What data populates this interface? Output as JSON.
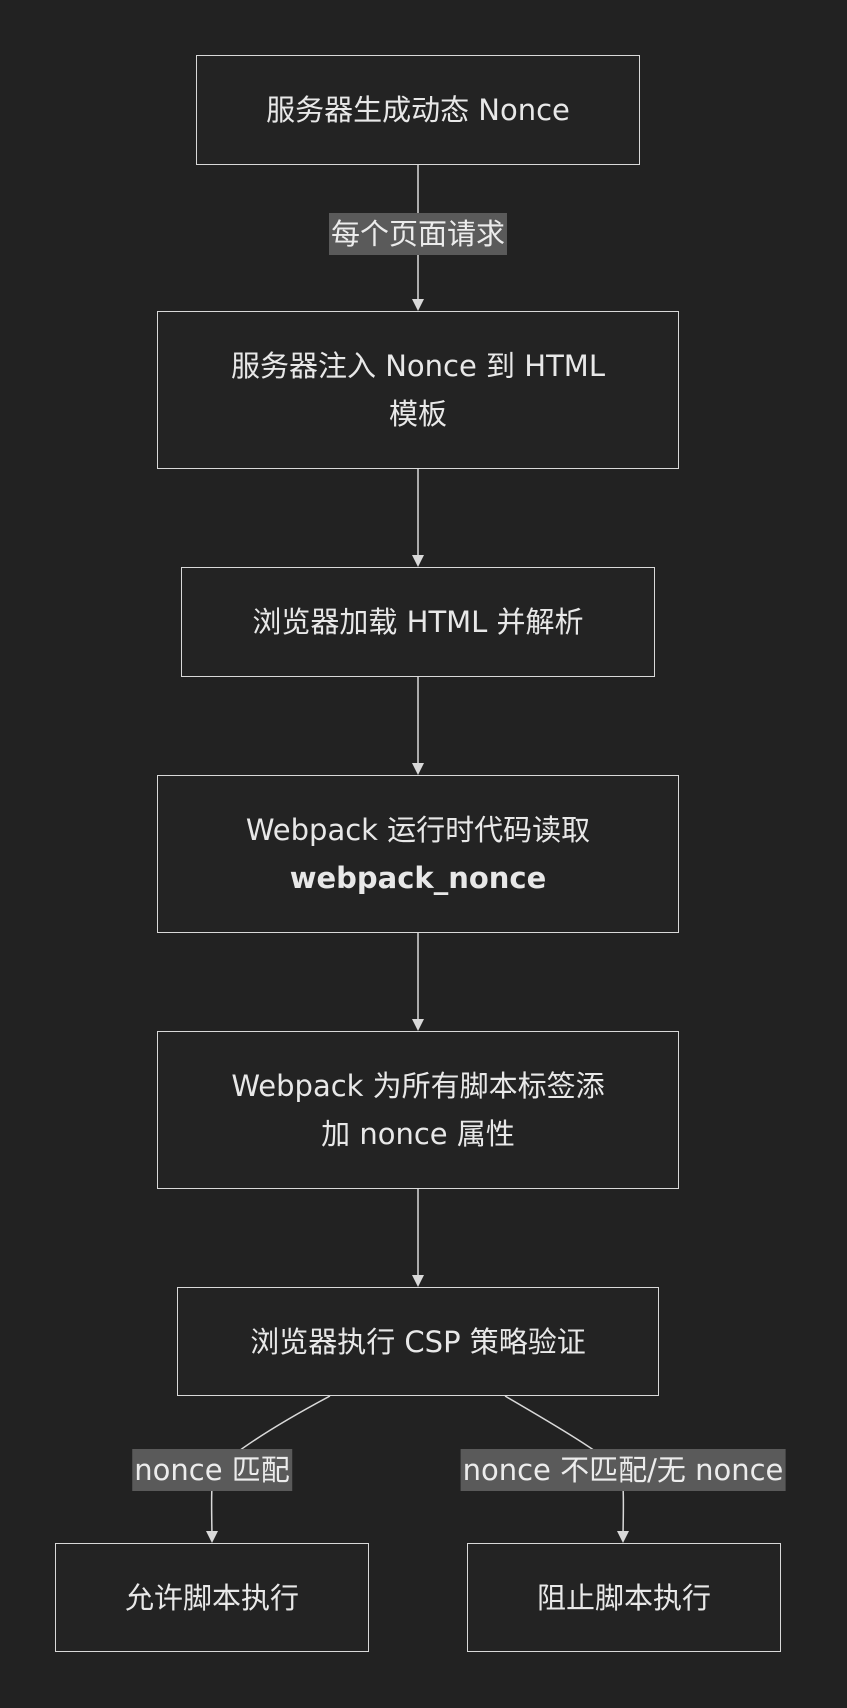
{
  "nodes": {
    "generate_nonce": {
      "text": "服务器生成动态 Nonce"
    },
    "inject_nonce": {
      "line1": "服务器注入 Nonce 到 HTML",
      "line2": "模板"
    },
    "browser_parse": {
      "text": "浏览器加载 HTML 并解析"
    },
    "webpack_read": {
      "line1": "Webpack 运行时代码读取",
      "line2": "webpack_nonce"
    },
    "webpack_add": {
      "line1": "Webpack 为所有脚本标签添",
      "line2": "加 nonce 属性"
    },
    "csp_verify": {
      "text": "浏览器执行 CSP 策略验证"
    },
    "allow_exec": {
      "text": "允许脚本执行"
    },
    "block_exec": {
      "text": "阻止脚本执行"
    }
  },
  "edges": {
    "per_request": "每个页面请求",
    "nonce_match": "nonce 匹配",
    "nonce_mismatch": "nonce 不匹配/无 nonce"
  },
  "colors": {
    "background": "#222222",
    "line": "#d9d9d9",
    "label_bg": "#5a5a5a",
    "text": "#e8e8e8"
  }
}
